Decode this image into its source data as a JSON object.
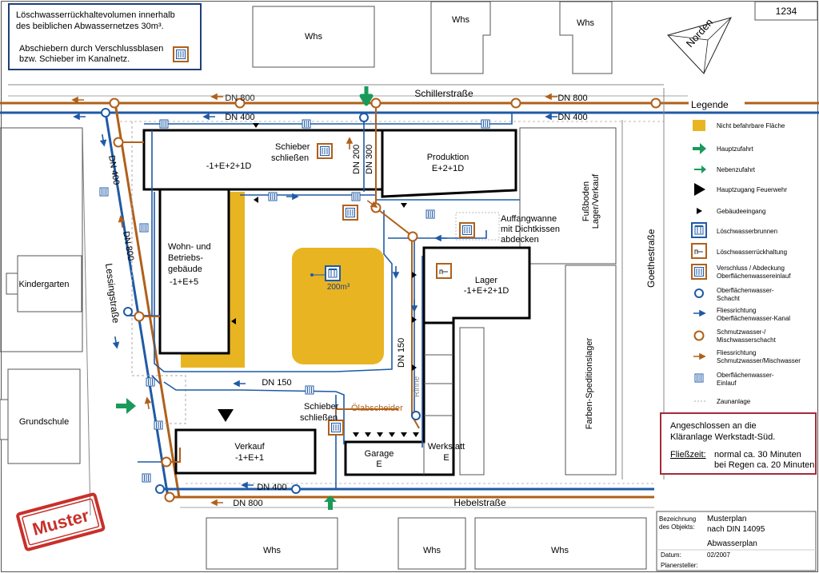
{
  "info_box": {
    "line1": "Löschwasserrückhaltevolumen innerhalb",
    "line2": "des beiblichen Abwassernetzes 30m³.",
    "line3": "Abschiebern durch Verschlussblasen",
    "line4": "bzw. Schieber im Kanalnetz."
  },
  "plan_number": "1234",
  "north_label": "Norden",
  "streets": {
    "schiller": "Schillerstraße",
    "hebel": "Hebelstraße",
    "lessing": "Lessingstraße",
    "goethe": "Goethestraße"
  },
  "pipes": {
    "dn800": "DN 800",
    "dn400": "DN 400",
    "dn300": "DN 300",
    "dn200": "DN 200",
    "dn150": "DN 150",
    "rinne": "Rinne",
    "olabscheider": "Ölabscheider"
  },
  "buildings": {
    "whs": "Whs",
    "kindergarten": "Kindergarten",
    "grundschule": "Grundschule",
    "wohn_l1": "Wohn- und",
    "wohn_l2": "Betriebs-",
    "wohn_l3": "gebäude",
    "wohn_floors": "-1+E+5",
    "main_floors": "-1+E+2+1D",
    "produktion": "Produktion",
    "produktion_floors": "E+2+1D",
    "lager": "Lager",
    "lager_floors": "-1+E+2+1D",
    "verkauf": "Verkauf",
    "verkauf_floors": "-1+E+1",
    "garage": "Garage",
    "garage_floors": "E",
    "werkstatt": "Werkstatt",
    "werkstatt_floors": "E",
    "fussboden_l1": "Fußboden",
    "fussboden_l2": "Lager/Verkauf",
    "farben": "Farben-Speditionslager"
  },
  "annotations": {
    "schieber1_l1": "Schieber",
    "schieber1_l2": "schließen",
    "schieber2_l1": "Schieber",
    "schieber2_l2": "schließen",
    "auffang_l1": "Auffangwanne",
    "auffang_l2": "mit Dichtkissen",
    "auffang_l3": "abdecken",
    "volume": "200m³"
  },
  "legend": {
    "title": "Legende",
    "items": [
      {
        "icon": "yellow-area-icon",
        "label1": "Nicht befahrbare Fläche",
        "label2": ""
      },
      {
        "icon": "main-access-arrow-icon",
        "label1": "Hauptzufahrt",
        "label2": ""
      },
      {
        "icon": "side-access-arrow-icon",
        "label1": "Nebenzufahrt",
        "label2": ""
      },
      {
        "icon": "fire-entrance-triangle-icon",
        "label1": "Hauptzugang Feuerwehr",
        "label2": ""
      },
      {
        "icon": "building-entrance-triangle-icon",
        "label1": "Gebäudeeingang",
        "label2": ""
      },
      {
        "icon": "hydrant-icon",
        "label1": "Löschwasserbrunnen",
        "label2": ""
      },
      {
        "icon": "retention-icon",
        "label1": "Löschwasserrückhaltung",
        "label2": ""
      },
      {
        "icon": "cover-icon",
        "label1": "Verschluss / Abdeckung",
        "label2": "Oberflächenwassereinlauf"
      },
      {
        "icon": "blue-manhole-icon",
        "label1": "Oberflächenwasser-",
        "label2": "Schacht"
      },
      {
        "icon": "blue-flow-arrow-icon",
        "label1": "Fliessrichtung",
        "label2": "Oberflächenwasser-Kanal"
      },
      {
        "icon": "brown-manhole-icon",
        "label1": "Schmutzwasser-/",
        "label2": "Mischwasserschacht"
      },
      {
        "icon": "brown-flow-arrow-icon",
        "label1": "Fliessrichtung",
        "label2": "Schmutzwasser/Mischwasser"
      },
      {
        "icon": "inlet-grate-icon",
        "label1": "Oberflächenwasser-",
        "label2": "Einlauf"
      },
      {
        "icon": "fence-icon",
        "label1": "Zaunanlage",
        "label2": ""
      }
    ]
  },
  "treatment_box": {
    "line1": "Angeschlossen an die",
    "line2": "Kläranlage Werkstadt-Süd.",
    "fliesszeit_label": "Fließzeit:",
    "normal": "normal ca. 30 Minuten",
    "regen": "bei Regen ca. 20 Minuten"
  },
  "stamp": "Muster",
  "title_block": {
    "bez_l1": "Bezeichnung",
    "bez_l2": "des Objekts:",
    "name1": "Musterplan",
    "name2": "nach DIN 14095",
    "type": "Abwasserplan",
    "datum_label": "Datum:",
    "datum_value": "02/2007",
    "planer_label": "Planersteller:"
  },
  "colors": {
    "blue_pipe": "#1f5aa6",
    "brown_pipe": "#b0601a",
    "yellow_area": "#e8b422",
    "green_arrow": "#1a9a5a",
    "stamp_red": "#c8302a"
  }
}
